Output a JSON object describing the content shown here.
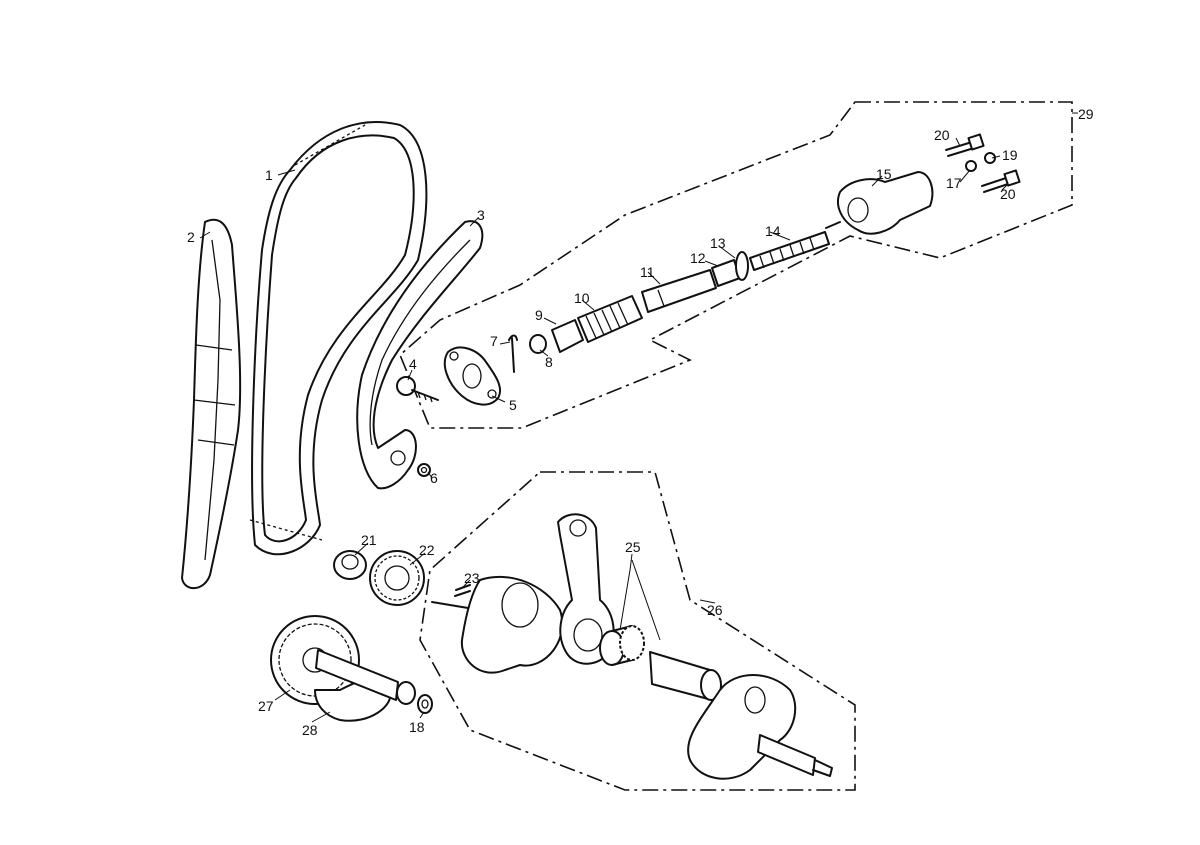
{
  "callouts": [
    {
      "id": "1",
      "text": "1"
    },
    {
      "id": "2",
      "text": "2"
    },
    {
      "id": "3",
      "text": "3"
    },
    {
      "id": "4",
      "text": "4"
    },
    {
      "id": "5",
      "text": "5"
    },
    {
      "id": "6",
      "text": "6"
    },
    {
      "id": "7",
      "text": "7"
    },
    {
      "id": "8",
      "text": "8"
    },
    {
      "id": "9",
      "text": "9"
    },
    {
      "id": "10",
      "text": "10"
    },
    {
      "id": "11",
      "text": "11"
    },
    {
      "id": "12",
      "text": "12"
    },
    {
      "id": "13",
      "text": "13"
    },
    {
      "id": "14",
      "text": "14"
    },
    {
      "id": "15",
      "text": "15"
    },
    {
      "id": "17",
      "text": "17"
    },
    {
      "id": "18",
      "text": "18"
    },
    {
      "id": "19",
      "text": "19"
    },
    {
      "id": "20a",
      "text": "20"
    },
    {
      "id": "20b",
      "text": "20"
    },
    {
      "id": "21",
      "text": "21"
    },
    {
      "id": "22",
      "text": "22"
    },
    {
      "id": "23",
      "text": "23"
    },
    {
      "id": "25",
      "text": "25"
    },
    {
      "id": "26",
      "text": "26"
    },
    {
      "id": "27",
      "text": "27"
    },
    {
      "id": "28",
      "text": "28"
    },
    {
      "id": "29",
      "text": "29"
    }
  ],
  "groups": [
    "tensioner-assembly-29",
    "crankshaft-assembly-26"
  ]
}
